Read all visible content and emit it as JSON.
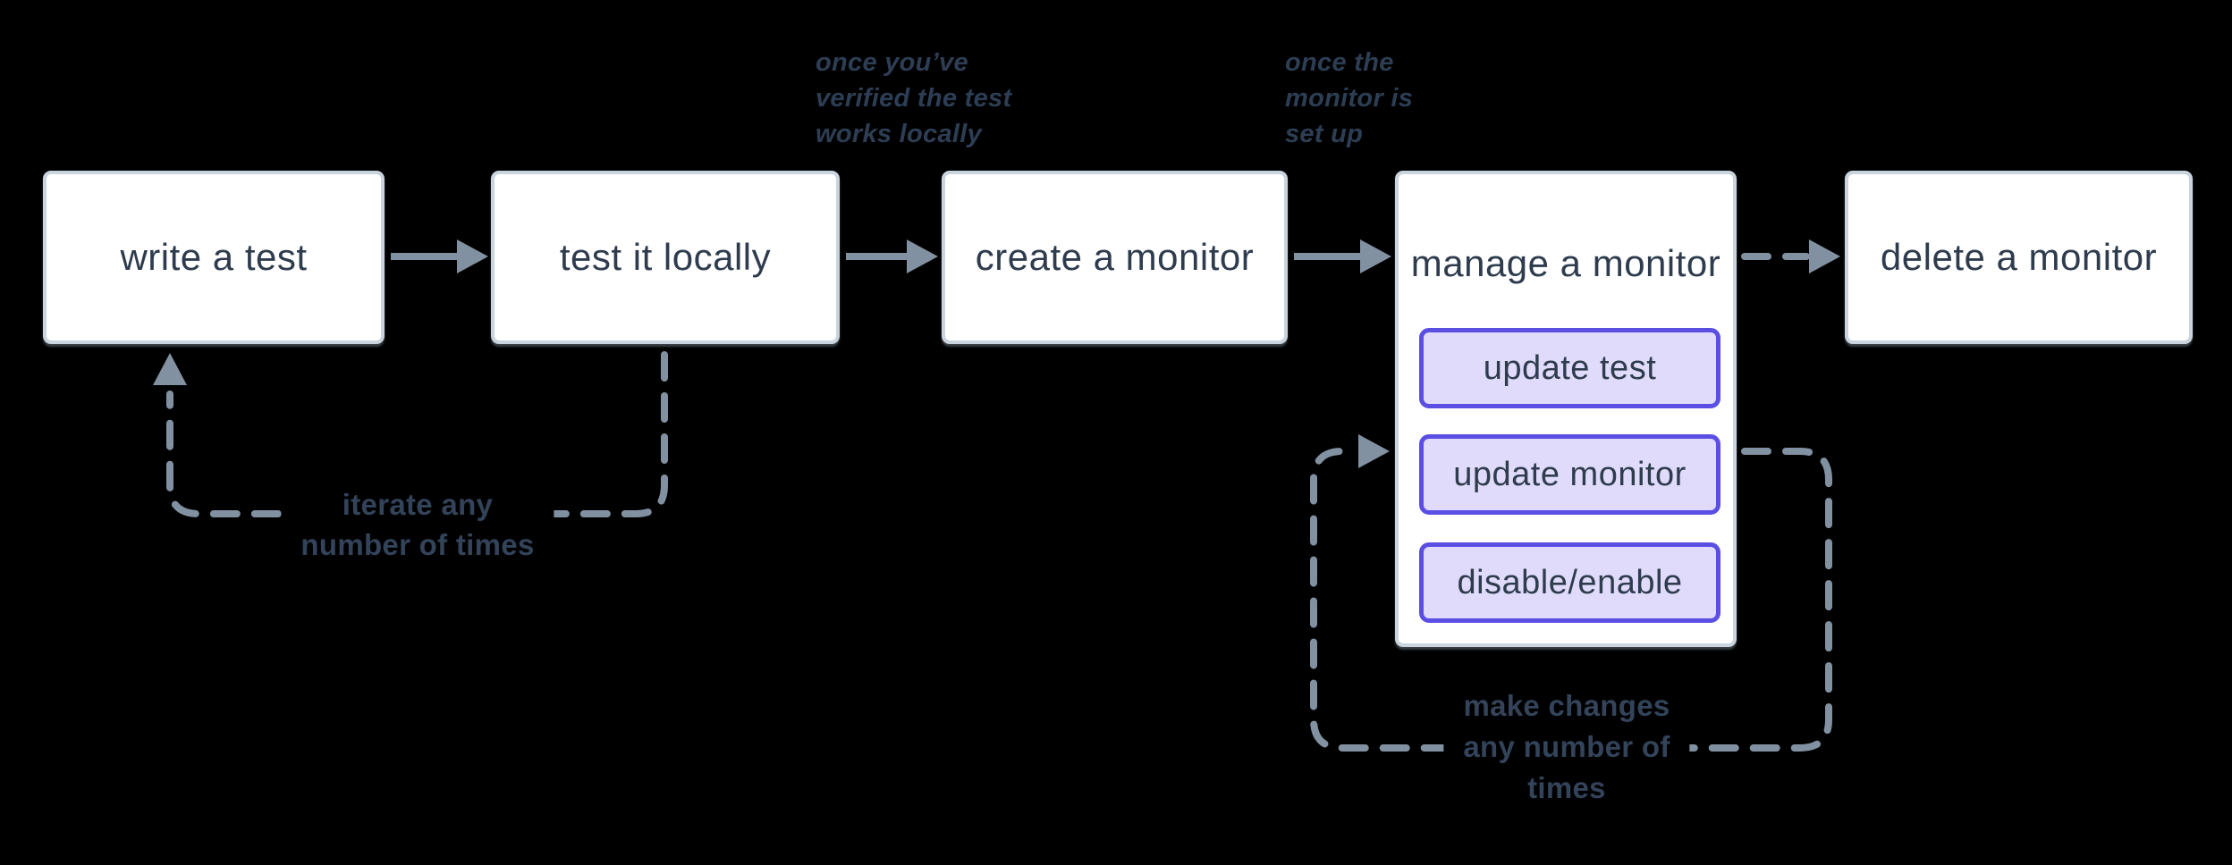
{
  "colors": {
    "background": "#000000",
    "box_fill": "#ffffff",
    "box_border": "#c9d4de",
    "box_text": "#2e3c4e",
    "subbox_fill": "#e0dbfa",
    "subbox_border": "#5b4fe3",
    "connector": "#8191a1",
    "annotation_text": "#2d3e54",
    "loop_label_text": "#33435a"
  },
  "nodes": [
    {
      "id": "write-test",
      "label": "write a test"
    },
    {
      "id": "test-locally",
      "label": "test it locally"
    },
    {
      "id": "create-monitor",
      "label": "create a monitor"
    },
    {
      "id": "manage-monitor",
      "label": "manage a monitor",
      "children": [
        {
          "label": "update test"
        },
        {
          "label": "update monitor"
        },
        {
          "label": "disable/enable"
        }
      ]
    },
    {
      "id": "delete-monitor",
      "label": "delete a monitor"
    }
  ],
  "annotations": [
    {
      "id": "verified",
      "lines": [
        "once you’ve",
        "verified the test",
        "works locally"
      ]
    },
    {
      "id": "setup",
      "lines": [
        "once the",
        "monitor is",
        "set up"
      ]
    }
  ],
  "loop_labels": [
    {
      "id": "iterate",
      "lines": [
        "iterate any",
        "number of times"
      ]
    },
    {
      "id": "make-changes",
      "lines": [
        "make changes",
        "any number of",
        "times"
      ]
    }
  ]
}
